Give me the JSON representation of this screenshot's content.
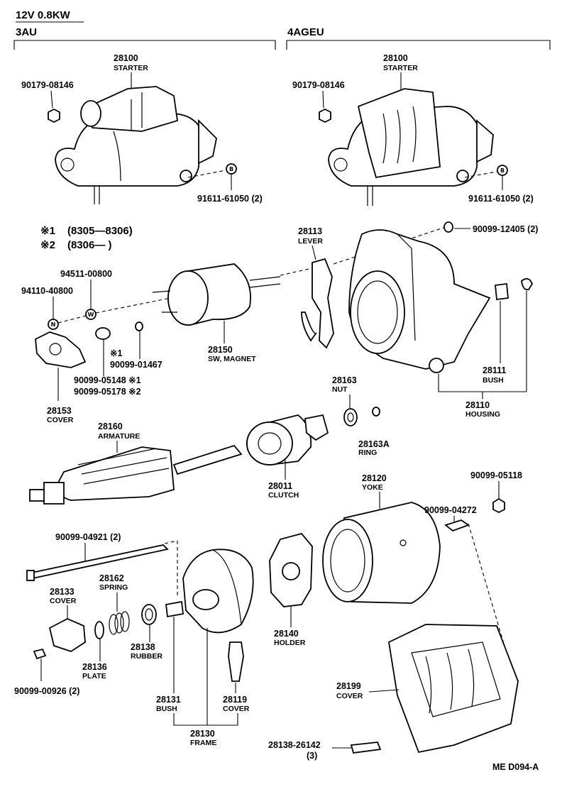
{
  "header": {
    "spec": "12V 0.8KW",
    "left_group": "3AU",
    "right_group": "4AGEU",
    "note1_mark": "※1",
    "note1_range": "(8305—8306)",
    "note2_mark": "※2",
    "note2_range": "(8306—        )"
  },
  "footer": {
    "code": "ME  D094-A"
  },
  "labels": {
    "starter_l_num": "28100",
    "starter_l_name": "STARTER",
    "starter_r_num": "28100",
    "starter_r_name": "STARTER",
    "nut_l": "90179-08146",
    "nut_r": "90179-08146",
    "bolt_l": "91611-61050 (2)",
    "bolt_r": "91611-61050 (2)",
    "washer_w": "94511-00800",
    "nut_n": "94110-40800",
    "magnet_num": "28150",
    "magnet_name": "SW, MAGNET",
    "lever_num": "28113",
    "lever_name": "LEVER",
    "cover_num": "28153",
    "cover_name": "COVER",
    "mark_small": "※1",
    "p_01467": "90099-01467",
    "p_05148": "90099-05148 ※1",
    "p_05178": "90099-05178 ※2",
    "p_12405": "90099-12405 (2)",
    "bush_num": "28111",
    "bush_name": "BUSH",
    "housing_num": "28110",
    "housing_name": "HOUSING",
    "armature_num": "28160",
    "armature_name": "ARMATURE",
    "nut28163_num": "28163",
    "nut28163_name": "NUT",
    "ring_num": "28163A",
    "ring_name": "RING",
    "clutch_num": "28011",
    "clutch_name": "CLUTCH",
    "yoke_num": "28120",
    "yoke_name": "YOKE",
    "p_05118": "90099-05118",
    "p_04272": "90099-04272",
    "p_04921": "90099-04921 (2)",
    "spring_num": "28162",
    "spring_name": "SPRING",
    "cover28133_num": "28133",
    "cover28133_name": "COVER",
    "rubber_num": "28138",
    "rubber_name": "RUBBER",
    "plate_num": "28136",
    "plate_name": "PLATE",
    "holder_num": "28140",
    "holder_name": "HOLDER",
    "bush28131_num": "28131",
    "bush28131_name": "BUSH",
    "cover28119_num": "28119",
    "cover28119_name": "COVER",
    "frame_num": "28130",
    "frame_name": "FRAME",
    "cover28199_num": "28199",
    "cover28199_name": "COVER",
    "p_00926": "90099-00926 (2)",
    "p_26142": "28138-26142",
    "p_26142_qty": "(3)"
  },
  "symbols": {
    "nut_n": "N",
    "washer_w": "W",
    "bolt_b": "B"
  },
  "colors": {
    "ink": "#000000",
    "paper": "#ffffff"
  }
}
